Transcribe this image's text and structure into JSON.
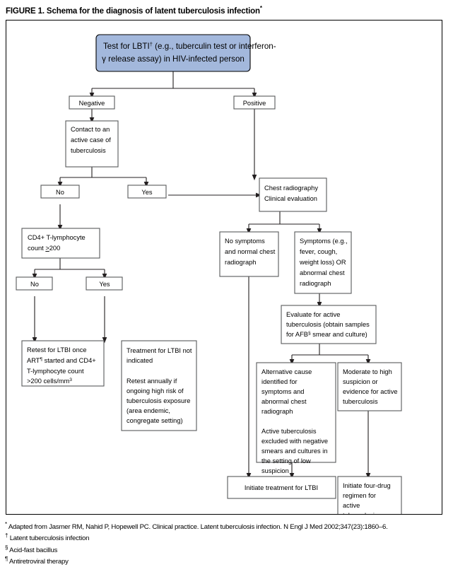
{
  "figure": {
    "title_prefix": "FIGURE 1. Schema for the diagnosis of latent tuberculosis infection",
    "title_mark": "*"
  },
  "colors": {
    "start_box_fill": "#a3b8dc",
    "start_box_stroke": "#000000",
    "box_stroke": "#58595b",
    "line": "#231f20",
    "page_background": "#ffffff"
  },
  "nodes": {
    "start": {
      "id": "test-for-ltbi",
      "lines": [
        "Test for LBTI† (e.g., tuberculin test or interferon-",
        "γ release assay) in HIV-infected person"
      ],
      "shape": "rounded-rect",
      "fill": "#a3b8dc"
    },
    "negative": {
      "id": "negative",
      "lines": [
        "Negative"
      ]
    },
    "positive": {
      "id": "positive",
      "lines": [
        "Positive"
      ]
    },
    "contact": {
      "id": "contact-active-case",
      "lines": [
        "Contact to an",
        "active case of",
        "tuberculosis"
      ]
    },
    "contact_no": {
      "id": "contact-no",
      "lines": [
        "No"
      ]
    },
    "contact_yes": {
      "id": "contact-yes",
      "lines": [
        "Yes"
      ]
    },
    "chest_radiography": {
      "id": "chest-radiography",
      "lines": [
        "Chest radiography",
        "Clinical evaluation"
      ]
    },
    "cd4": {
      "id": "cd4-count",
      "lines": [
        "CD4+ T-lymphocyte",
        "count ≥200"
      ]
    },
    "cd4_no": {
      "id": "cd4-no",
      "lines": [
        "No"
      ]
    },
    "cd4_yes": {
      "id": "cd4-yes",
      "lines": [
        "Yes"
      ]
    },
    "no_symptoms": {
      "id": "no-symptoms",
      "lines": [
        "No symptoms",
        "and normal chest",
        "radiograph"
      ]
    },
    "symptoms": {
      "id": "symptoms",
      "lines": [
        "Symptoms (e.g.,",
        "fever, cough,",
        "weight loss) OR",
        "abnormal chest",
        "radiograph"
      ]
    },
    "retest_art": {
      "id": "retest-after-art",
      "lines": [
        "Retest for LTBI once",
        "ART¶ started and CD4+",
        "T-lymphocyte count",
        ">200 cells/mm³"
      ]
    },
    "treatment_not_indicated": {
      "id": "treatment-not-indicated",
      "lines": [
        "Treatment for LTBI not",
        "indicated",
        "",
        "Retest annually if",
        "ongoing high risk of",
        "tuberculosis exposure",
        "(area endemic,",
        "congregate setting)"
      ]
    },
    "evaluate_active": {
      "id": "evaluate-active-tb",
      "lines": [
        "Evaluate for active",
        "tuberculosis (obtain samples",
        "for AFB§ smear and culture)"
      ]
    },
    "alternative_cause": {
      "id": "alternative-cause",
      "lines": [
        "Alternative cause",
        "identified for",
        "symptoms and",
        "abnormal chest",
        "radiograph",
        "",
        "Active tuberculosis",
        "excluded with negative",
        "smears and cultures in",
        "the setting of low",
        "suspicion"
      ]
    },
    "moderate_high": {
      "id": "moderate-high-suspicion",
      "lines": [
        "Moderate to high",
        "suspicion or",
        "evidence for active",
        "tuberculosis"
      ]
    },
    "initiate_ltbi": {
      "id": "initiate-treatment-ltbi",
      "lines": [
        "Initiate treatment for LTBI"
      ]
    },
    "initiate_four_drug": {
      "id": "initiate-four-drug",
      "lines": [
        "Initiate four-drug",
        "regimen for",
        "active",
        "tuberculosis"
      ]
    }
  },
  "footnotes": [
    {
      "mark": "*",
      "text": "Adapted from Jasmer RM, Nahid P, Hopewell PC. Clinical practice. Latent tuberculosis infection. N Engl J Med 2002;347(23):1860–6."
    },
    {
      "mark": "†",
      "text": "Latent tuberculosis infection"
    },
    {
      "mark": "§",
      "text": "Acid-fast bacillus"
    },
    {
      "mark": "¶",
      "text": "Antiretroviral therapy"
    }
  ]
}
